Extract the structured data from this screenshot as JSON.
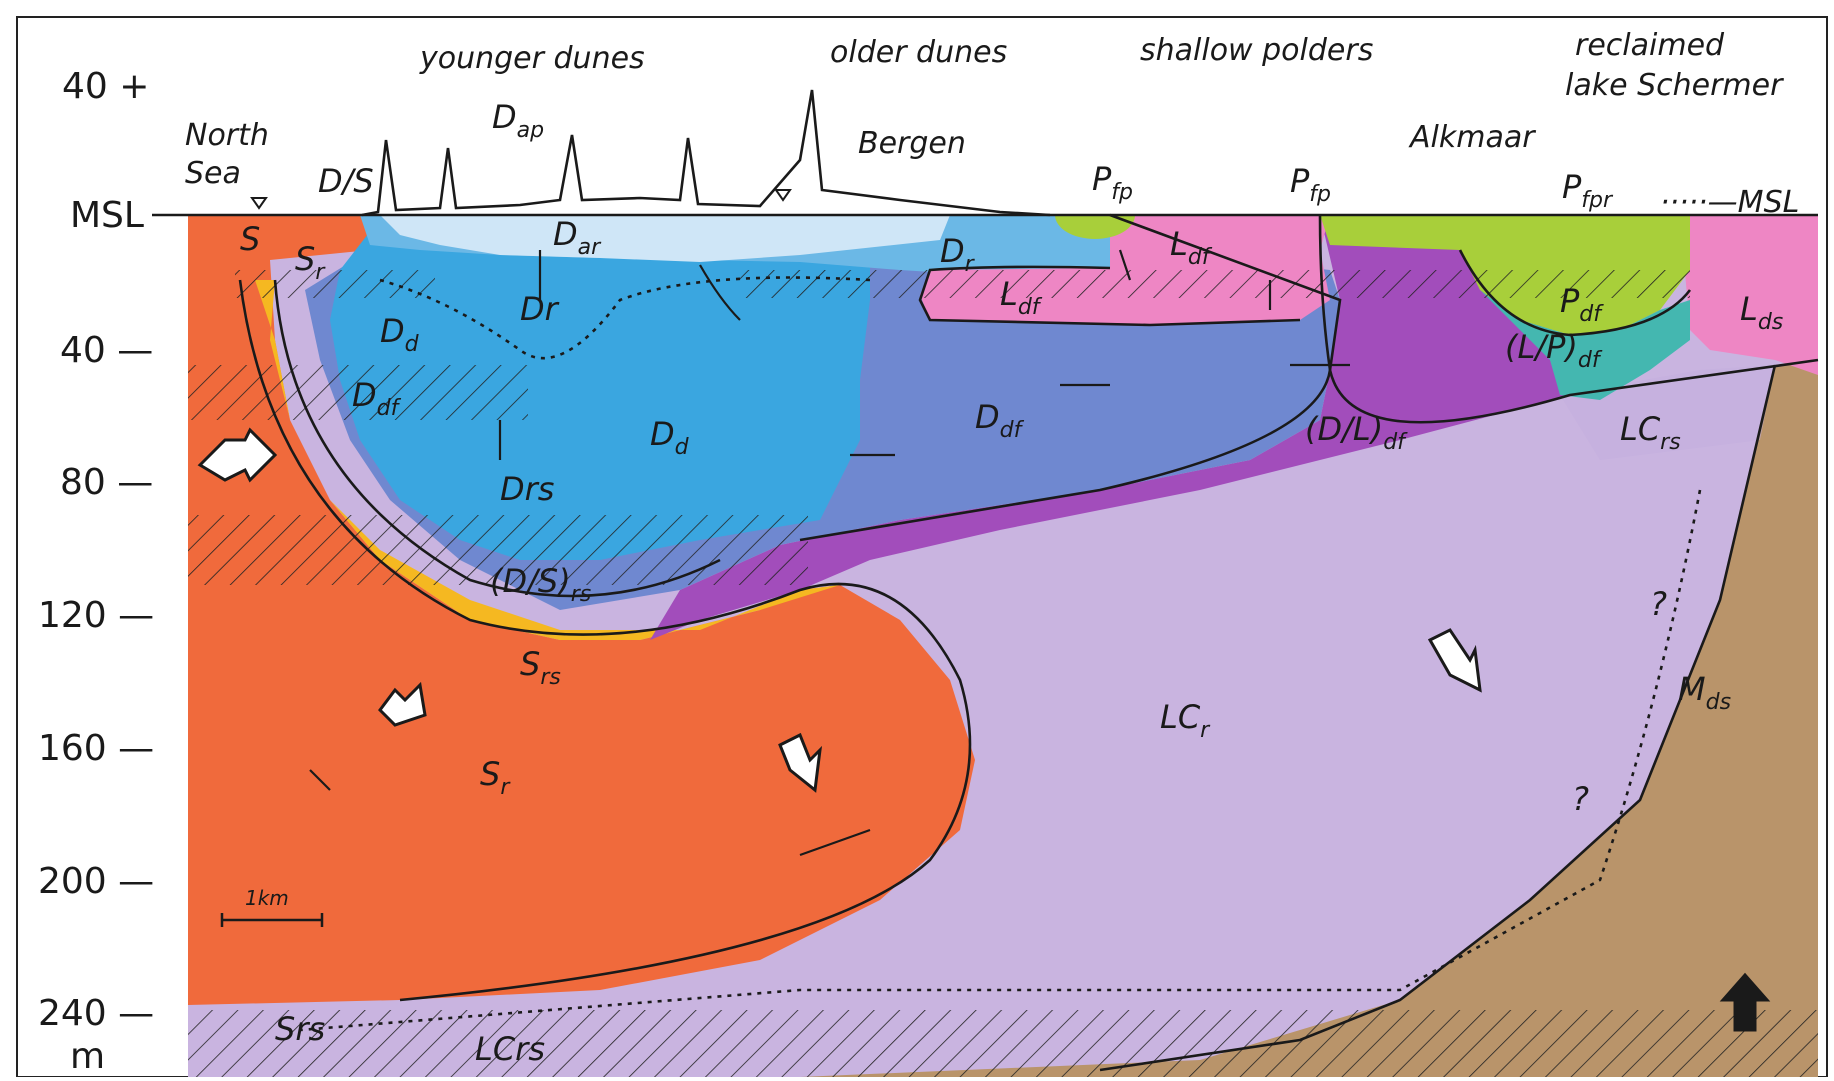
{
  "axis": {
    "ticks": [
      {
        "label": "40 +"
      },
      {
        "label": "MSL"
      },
      {
        "label": "40 —"
      },
      {
        "label": "80 —"
      },
      {
        "label": "120 —"
      },
      {
        "label": "160 —"
      },
      {
        "label": "200 —"
      },
      {
        "label": "240 —"
      }
    ],
    "unit": "m"
  },
  "headings": {
    "younger_dunes": "younger dunes",
    "older_dunes": "older dunes",
    "shallow_polders": "shallow polders",
    "reclaimed_1": "reclaimed",
    "reclaimed_2": "lake Schermer"
  },
  "places": {
    "north_sea_1": "North",
    "north_sea_2": "Sea",
    "bergen": "Bergen",
    "alkmaar": "Alkmaar",
    "msl_right": "·····—MSL"
  },
  "units": {
    "S": {
      "main": "S",
      "sub": ""
    },
    "DS_top": {
      "main": "D/S",
      "sub": ""
    },
    "Sr_top": {
      "main": "S",
      "sub": "r"
    },
    "Dap": {
      "main": "D",
      "sub": "ap"
    },
    "Dar": {
      "main": "D",
      "sub": "ar"
    },
    "Dr_center": {
      "main": "Dr",
      "sub": ""
    },
    "Dr_top": {
      "main": "D",
      "sub": "r"
    },
    "Dd_left": {
      "main": "D",
      "sub": "d"
    },
    "Ddf_left": {
      "main": "D",
      "sub": "df"
    },
    "Dd_center": {
      "main": "D",
      "sub": "d"
    },
    "Ddf_center": {
      "main": "D",
      "sub": "df"
    },
    "Drs": {
      "main": "Drs",
      "sub": ""
    },
    "DS_rs": {
      "main": "(D/S)",
      "sub": "rs"
    },
    "Srs_mid": {
      "main": "S",
      "sub": "rs"
    },
    "Sr_big": {
      "main": "S",
      "sub": "r"
    },
    "Pfp_1": {
      "main": "P",
      "sub": "fp"
    },
    "Pfp_2": {
      "main": "P",
      "sub": "fp"
    },
    "Pfpr": {
      "main": "P",
      "sub": "fpr"
    },
    "Ldf_top": {
      "main": "L",
      "sub": "df"
    },
    "Ldf_hatch": {
      "main": "L",
      "sub": "df"
    },
    "Pdf": {
      "main": "P",
      "sub": "df"
    },
    "LP_df": {
      "main": "(L/P)",
      "sub": "df"
    },
    "Lds": {
      "main": "L",
      "sub": "ds"
    },
    "DL_df": {
      "main": "(D/L)",
      "sub": "df"
    },
    "LCrs_right": {
      "main": "LC",
      "sub": "rs"
    },
    "LCr": {
      "main": "LC",
      "sub": "r"
    },
    "Mds": {
      "main": "M",
      "sub": "ds"
    },
    "Srs_bottom": {
      "main": "Srs",
      "sub": ""
    },
    "LCrs_bottom": {
      "main": "LCrs",
      "sub": ""
    },
    "q1": {
      "main": "?",
      "sub": ""
    },
    "q2": {
      "main": "?",
      "sub": ""
    }
  },
  "scale_bar": {
    "label": "1km"
  },
  "colors": {
    "S": "#f06a3c",
    "DS_rs": "#f5b821",
    "Dar": "#cfe6f7",
    "Dr": "#6bb8e6",
    "Dd": "#3aa6e0",
    "Ddf": "#6f88d0",
    "DL_df": "#a24dbb",
    "Ldf": "#ee86c4",
    "Pfp": "#a8cf3a",
    "LP_df": "#44b7b0",
    "LCr": "#c9b4e0",
    "LCrs": "#c3aede",
    "Mds": "#b9946a"
  }
}
